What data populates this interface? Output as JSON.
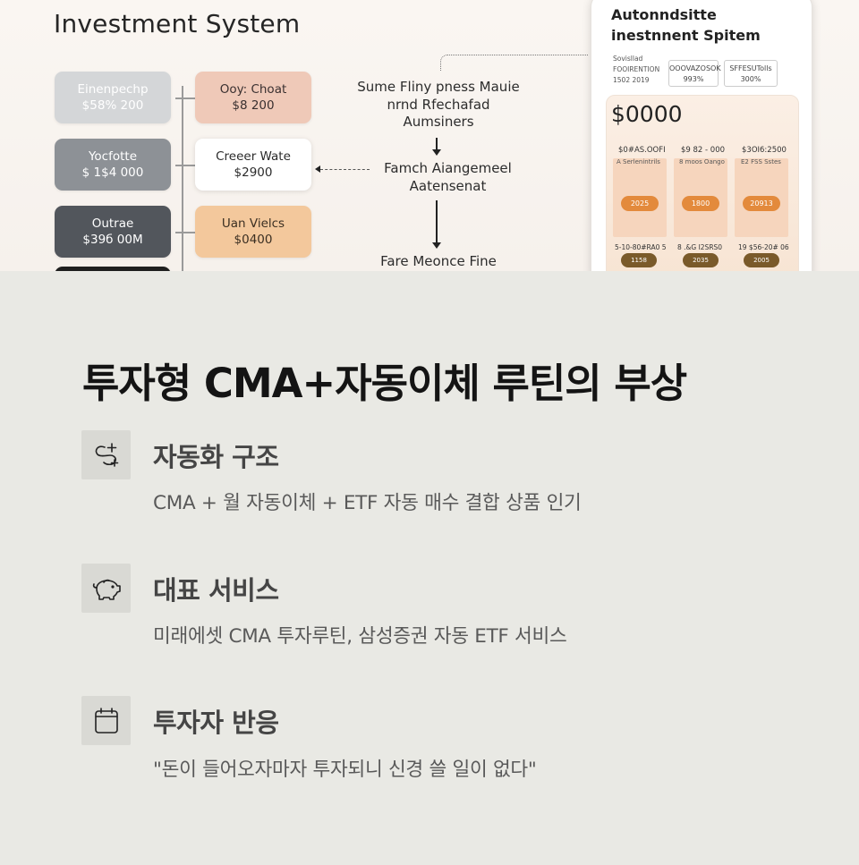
{
  "illustration": {
    "title": "Investment System",
    "left_cards": [
      {
        "line1": "Einenpechp",
        "line2": "$58% 200"
      },
      {
        "line1": "Yocfotte",
        "line2": "$ 1$4 000"
      },
      {
        "line1": "Outrae",
        "line2": "$39б 00M"
      }
    ],
    "right_cards": [
      {
        "line1": "Ooy: Choat",
        "line2": "$8 200"
      },
      {
        "line1": "Creeer Wate",
        "line2": "$2900"
      },
      {
        "line1": "Uan Vielcs",
        "line2": "$0400"
      }
    ],
    "flow": {
      "step1": "Sume Fliny pness Mauie nrnd Rfechafad Aumsiners",
      "step2": "Famch Aiangemeel Aatensenat",
      "step3": "Fare Meonce Fine"
    },
    "phone": {
      "title": "Autonndsitte inestnnent Spitem",
      "info_label": "Sovisllad",
      "info_line": "FOOIRENTION",
      "info_value": "1502 2019",
      "chip1_label": "OOOVAZOSOK",
      "chip1_value": "993%",
      "chip2_label": "SFFESUTolls",
      "chip2_value": "300%",
      "amount": "$0000",
      "columns": [
        {
          "header": "$0#AS.OOFI",
          "sub": "A Serlenintrils",
          "pill": "2025"
        },
        {
          "header": "$9 82 - 000",
          "sub": "8 moos Oango",
          "pill": "1800"
        },
        {
          "header": "$3OI6:2500",
          "sub": "E2 FSS Sstes",
          "pill": "20913"
        }
      ],
      "footer": [
        {
          "text": "5-10-80#RA0 5",
          "pill": "1158"
        },
        {
          "text": "8 .&G I2SRS0",
          "pill": "2035"
        },
        {
          "text": "19 $56-20# 06",
          "pill": "2005"
        }
      ]
    }
  },
  "main": {
    "title": "투자형 CMA+자동이체 루틴의 부상",
    "features": [
      {
        "icon": "link-plus-icon",
        "heading": "자동화 구조",
        "description": "CMA + 월 자동이체 + ETF 자동 매수 결합 상품 인기"
      },
      {
        "icon": "piggy-bank-icon",
        "heading": "대표 서비스",
        "description": "미래에셋 CMA 투자루틴, 삼성증권 자동 ETF 서비스"
      },
      {
        "icon": "calendar-icon",
        "heading": "투자자 반응",
        "description": "\"돈이 들어오자마자 투자되니 신경 쓸 일이 없다\""
      }
    ]
  },
  "colors": {
    "background": "#e9e9e4",
    "icon_bg": "#d9d9d4",
    "title": "#141414",
    "accent_orange": "#e38a3c"
  }
}
